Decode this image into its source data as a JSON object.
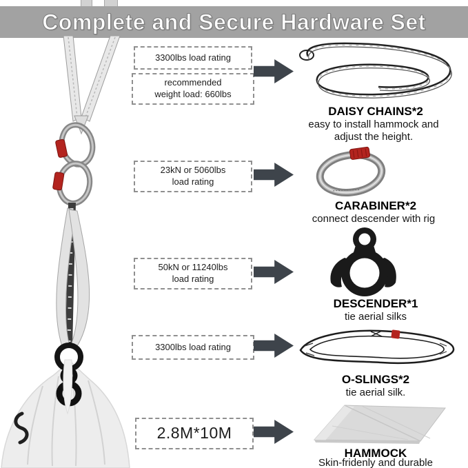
{
  "header": {
    "title": "Complete and Secure Hardware Set"
  },
  "sections": [
    {
      "specs": [
        "3300lbs load rating",
        "recommended\nweight load: 660lbs"
      ],
      "title": "DAISY CHAINS*2",
      "caption": "easy to install hammock and\nadjust the height."
    },
    {
      "specs": [
        "23kN or 5060lbs\nload rating"
      ],
      "title": "CARABINER*2",
      "caption": "connect descender with rig"
    },
    {
      "specs": [
        "50kN or 11240lbs\nload rating"
      ],
      "title": "DESCENDER*1",
      "caption": "tie aerial silks"
    },
    {
      "specs": [
        "3300lbs load rating"
      ],
      "title": "O-SLINGS*2",
      "caption": "tie aerial silk."
    },
    {
      "specs": [
        "2.8M*10M"
      ],
      "title": "HAMMOCK",
      "caption": "Skin-fridenly and durable"
    }
  ],
  "colors": {
    "banner": "#a2a2a2",
    "arrow": "#3e444b",
    "accent_red": "#b3241f"
  }
}
